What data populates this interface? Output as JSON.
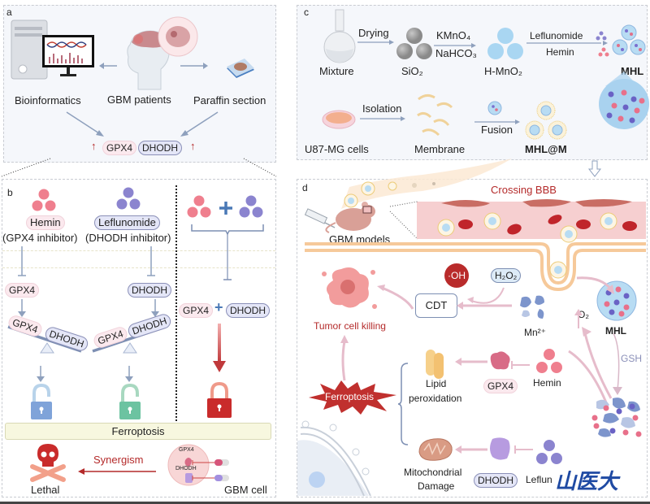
{
  "panel_a": {
    "letter": "a",
    "bioinformatics": "Bioinformatics",
    "gbm_patients": "GBM patients",
    "paraffin_section": "Paraffin section",
    "gpx4": "GPX4",
    "dhodh": "DHODH",
    "up_arrow": "↑"
  },
  "panel_b": {
    "letter": "b",
    "hemin": "Hemin",
    "hemin_role": "(GPX4 inhibitor)",
    "leflunomide": "Leflunomide",
    "leflunomide_role": "(DHODH inhibitor)",
    "gpx4": "GPX4",
    "dhodh": "DHODH",
    "plus": "+",
    "ferroptosis": "Ferroptosis",
    "synergism": "Synergism",
    "lethal": "Lethal",
    "gbm_cell": "GBM cell",
    "cell_gpx4": "GPX4",
    "cell_dhodh": "DHODH"
  },
  "panel_c": {
    "letter": "c",
    "mixture": "Mixture",
    "drying": "Drying",
    "sio2": "SiO₂",
    "kmno4": "KMnO₄",
    "nahco3": "NaHCO₃",
    "h_mno2": "H-MnO₂",
    "leflunomide": "Leflunomide",
    "hemin": "Hemin",
    "mhl": "MHL",
    "u87": "U87-MG cells",
    "isolation": "Isolation",
    "membrane": "Membrane",
    "fusion": "Fusion",
    "mhl_m": "MHL@M"
  },
  "panel_d": {
    "letter": "d",
    "crossing_bbb": "Crossing BBB",
    "gbm_models": "GBM models",
    "oh": "·OH",
    "h2o2": "H₂O₂",
    "cdt": "CDT",
    "tumor_cell_killing": "Tumor cell killing",
    "mn2": "Mn²⁺",
    "o2": "O₂",
    "mhl": "MHL",
    "gsh": "GSH",
    "lipid_peroxidation_1": "Lipid",
    "lipid_peroxidation_2": "peroxidation",
    "gpx4": "GPX4",
    "hemin": "Hemin",
    "ferroptosis": "Ferroptosis",
    "mito_1": "Mitochondrial",
    "mito_2": "Damage",
    "dhodh": "DHODH",
    "leflun": "Leflun",
    "watermark": "山医大"
  },
  "colors": {
    "hemin_pink": "#ef7f8e",
    "leflunomide_purple": "#8b84cf",
    "arrow_gray": "#8ea0bd",
    "red_accent": "#b42a2a",
    "vessel_pink": "#f6cfd0",
    "membrane_orange": "#f6c99a",
    "ferroptosis_bar": "#f7f7df"
  }
}
